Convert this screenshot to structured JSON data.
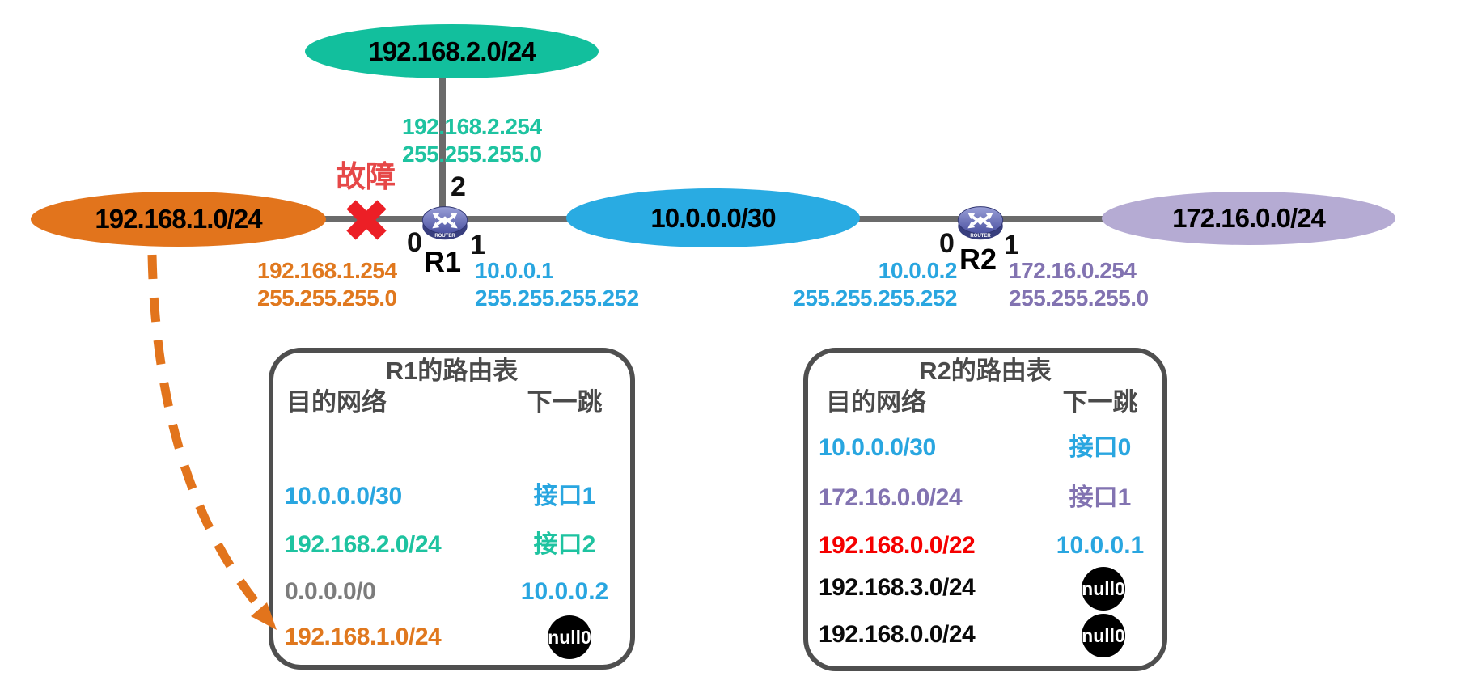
{
  "colors": {
    "teal": "#12bf9d",
    "orange": "#e2741c",
    "blue": "#29abe2",
    "purple_fill": "#b5abd3",
    "purple_text": "#8273b1",
    "red": "#f50000",
    "fault_red": "#e64848",
    "line_gray": "#6b6b6b",
    "table_border": "#4f4f4f",
    "router_fill": "#565da8"
  },
  "networks": {
    "lan2": {
      "label": "192.168.2.0/24"
    },
    "lan1": {
      "label": "192.168.1.0/24"
    },
    "wan": {
      "label": "10.0.0.0/30"
    },
    "lan172": {
      "label": "172.16.0.0/24"
    }
  },
  "fault": {
    "label": "故障"
  },
  "routers": {
    "r1": {
      "name": "R1",
      "icon_label": "ROUTER",
      "if0": "0",
      "if1": "1",
      "if2": "2",
      "if2_ip": "192.168.2.254",
      "if2_mask": "255.255.255.0",
      "if0_ip": "192.168.1.254",
      "if0_mask": "255.255.255.0",
      "if1_ip": "10.0.0.1",
      "if1_mask": "255.255.255.252"
    },
    "r2": {
      "name": "R2",
      "icon_label": "ROUTER",
      "if0": "0",
      "if1": "1",
      "if0_ip": "10.0.0.2",
      "if0_mask": "255.255.255.252",
      "if1_ip": "172.16.0.254",
      "if1_mask": "255.255.255.0"
    }
  },
  "tables": {
    "r1": {
      "title": "R1的路由表",
      "col_dest": "目的网络",
      "col_next": "下一跳",
      "rows": [
        {
          "dest": "10.0.0.0/30",
          "next": "接口1"
        },
        {
          "dest": "192.168.2.0/24",
          "next": "接口2"
        },
        {
          "dest": "0.0.0.0/0",
          "next": "10.0.0.2"
        },
        {
          "dest": "192.168.1.0/24",
          "next": "null0"
        }
      ]
    },
    "r2": {
      "title": "R2的路由表",
      "col_dest": "目的网络",
      "col_next": "下一跳",
      "rows": [
        {
          "dest": "10.0.0.0/30",
          "next": "接口0"
        },
        {
          "dest": "172.16.0.0/24",
          "next": "接口1"
        },
        {
          "dest": "192.168.0.0/22",
          "next": "10.0.0.1"
        },
        {
          "dest": "192.168.3.0/24",
          "next": "null0"
        },
        {
          "dest": "192.168.0.0/24",
          "next": "null0"
        }
      ]
    }
  }
}
